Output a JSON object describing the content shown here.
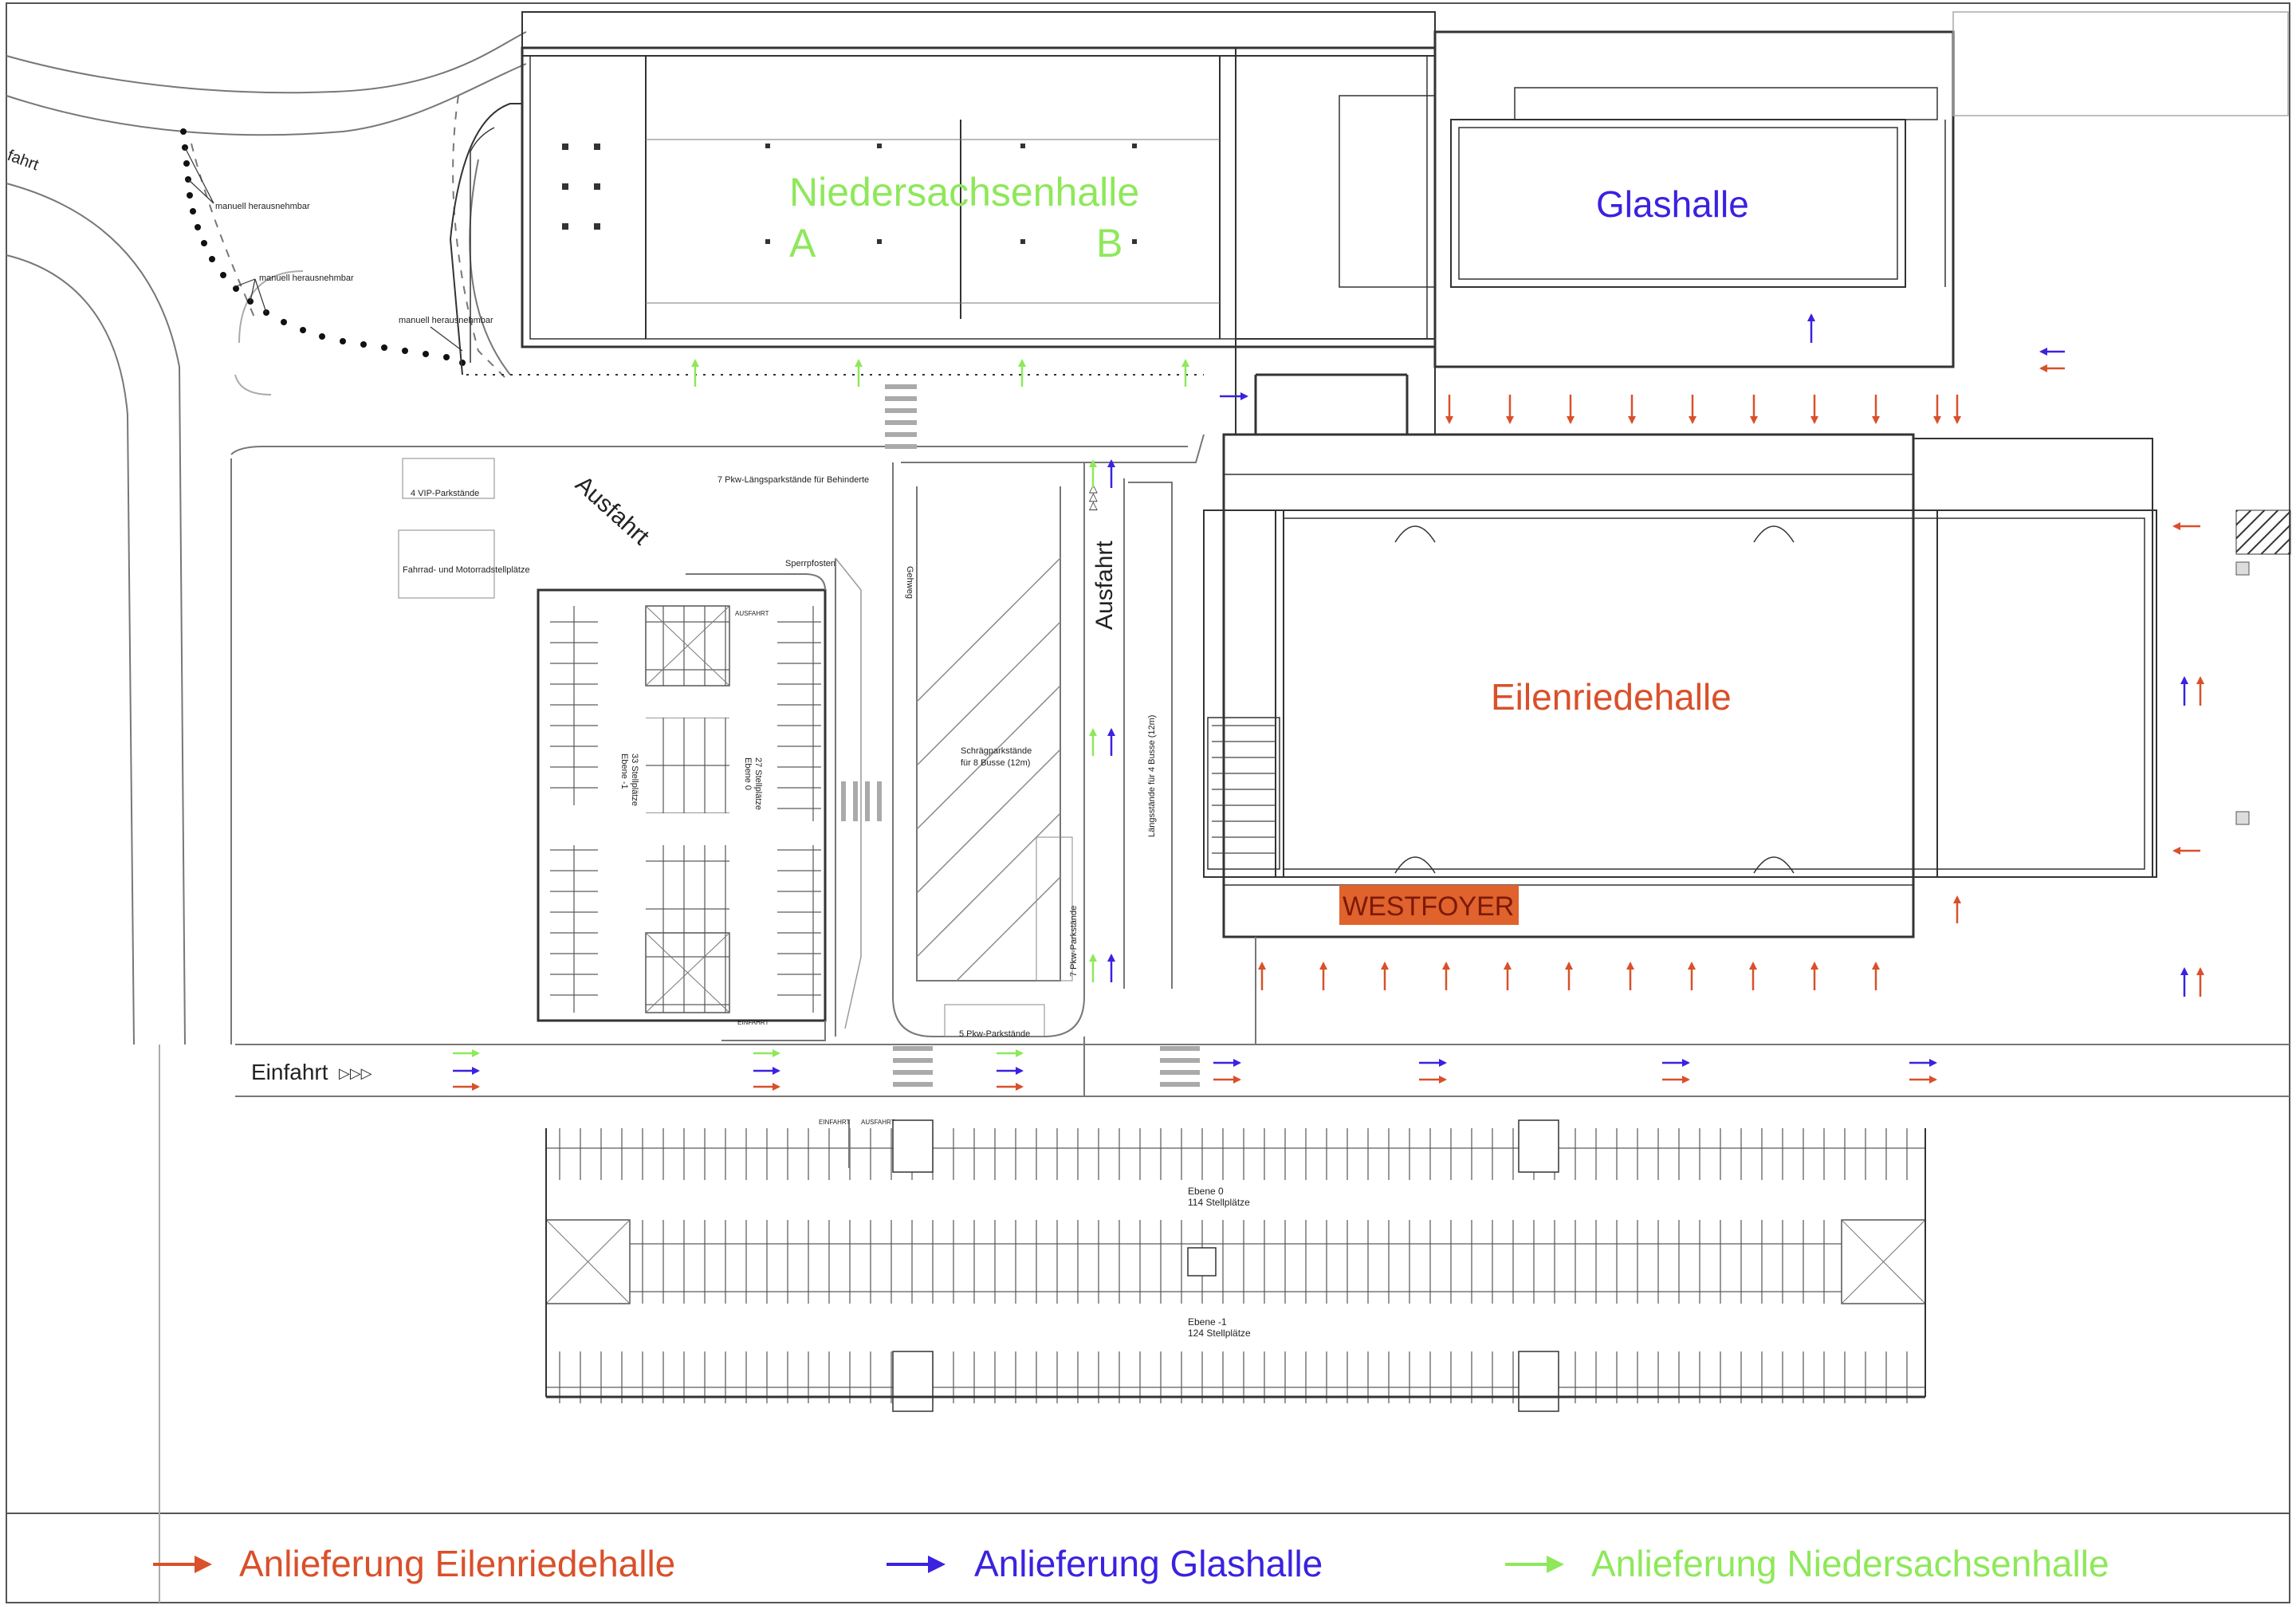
{
  "colors": {
    "eilenriedehalle": "#d9502a",
    "glashalle": "#3a22e0",
    "niedersachsenhalle": "#8ee85a",
    "westfoyer_bg": "#e0622d",
    "westfoyer_text": "#7a1a08",
    "line": "#333333"
  },
  "halls": {
    "niedersachsenhalle": {
      "name": "Niedersachsenhalle",
      "part_a": "A",
      "part_b": "B"
    },
    "glashalle": {
      "name": "Glashalle"
    },
    "eilenriedehalle": {
      "name": "Eilenriedehalle"
    },
    "westfoyer": {
      "name": "WESTFOYER"
    }
  },
  "roads": {
    "ausfahrt_diag": "Ausfahrt",
    "ausfahrt_vert": "Ausfahrt",
    "einfahrt": "Einfahrt",
    "top_left_fahrt": "fahrt"
  },
  "bollards": {
    "label_1": "manuell herausnehmbar",
    "label_2": "manuell herausnehmbar",
    "label_3": "manuell herausnehmbar"
  },
  "parking": {
    "vip": "4 VIP-Parkstände",
    "fahrrad": "Fahrrad- und Motorradstellplätze",
    "sperrpfosten": "Sperrpfosten",
    "behinderte": "7 Pkw-Längsparkstände für Behinderte",
    "gehweg": "Gehweg",
    "schraeg_1": "Schrägparkstände",
    "schraeg_2": "für 8 Busse (12m)",
    "laengs_bus": "Längsstände für 4 Busse (12m)",
    "pkw_7": "7 Pkw-Parkstände",
    "pkw_5": "5 Pkw-Parkstände",
    "garage_small_l_1": "Ebene -1",
    "garage_small_l_2": "33 Stellplätze",
    "garage_small_r_1": "Ebene 0",
    "garage_small_r_2": "27 Stellplätze",
    "garage_big_0_1": "Ebene 0",
    "garage_big_0_2": "114 Stellplätze",
    "garage_big_m1_1": "Ebene -1",
    "garage_big_m1_2": "124 Stellplätze",
    "einfahrt_small": "EINFAHRT",
    "ausfahrt_small": "AUSFAHRT",
    "ausfahrt_small_top": "AUSFAHRT",
    "einfahrt_small_bottom": "EINFAHRT"
  },
  "legend": {
    "eilenriedehalle": "Anlieferung Eilenriedehalle",
    "glashalle": "Anlieferung Glashalle",
    "niedersachsenhalle": "Anlieferung Niedersachsenhalle"
  }
}
